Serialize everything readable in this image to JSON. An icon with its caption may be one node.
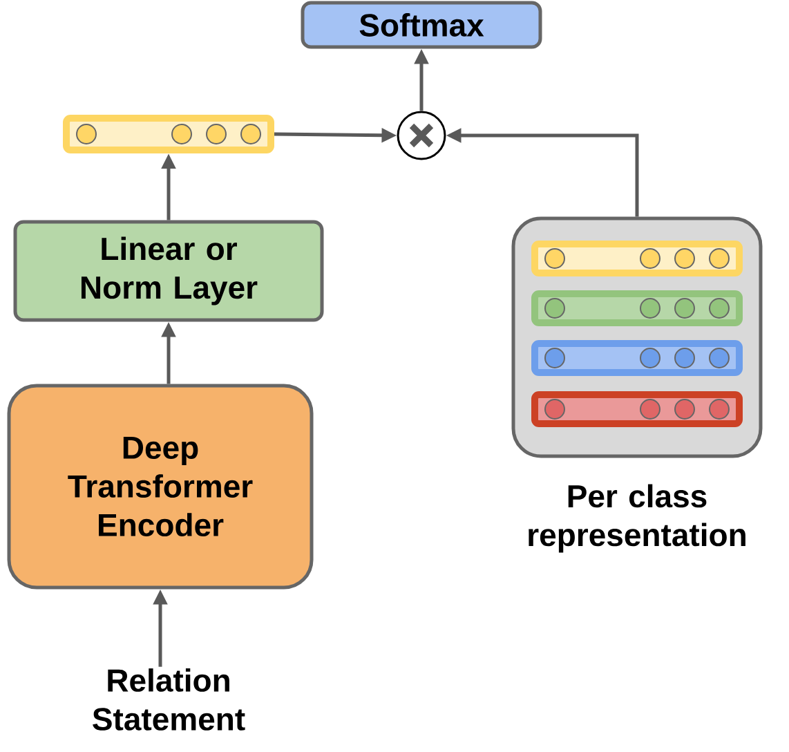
{
  "diagram": {
    "nodes": [
      {
        "text": [
          "Softmax"
        ]
      },
      {
        "text": [],
        "shape": "circle"
      },
      {
        "text": [],
        "shape": "bar"
      },
      {
        "text": [
          "Linear or Norm Layer"
        ]
      },
      {
        "text": [
          "Deep Transformer Encoder"
        ]
      },
      {
        "text": [
          "Relation Statement"
        ]
      },
      {
        "text": [
          "Per class representation"
        ]
      },
      {
        "text": [],
        "shape": "bar",
        "in": 6
      },
      {
        "text": [],
        "shape": "bar",
        "in": 6
      },
      {
        "text": [],
        "shape": "bar",
        "in": 6
      },
      {
        "text": [],
        "shape": "bar",
        "in": 6
      }
    ],
    "edges": [
      {
        "from": 5,
        "to": 4,
        "arrow": "to"
      },
      {
        "from": 4,
        "to": 3,
        "arrow": "to"
      },
      {
        "from": 3,
        "to": 2,
        "arrow": "to"
      },
      {
        "from": 2,
        "to": 1,
        "arrow": "to"
      },
      {
        "from": 6,
        "to": 1,
        "arrow": "to"
      },
      {
        "from": 1,
        "to": 0,
        "arrow": "to"
      }
    ]
  }
}
